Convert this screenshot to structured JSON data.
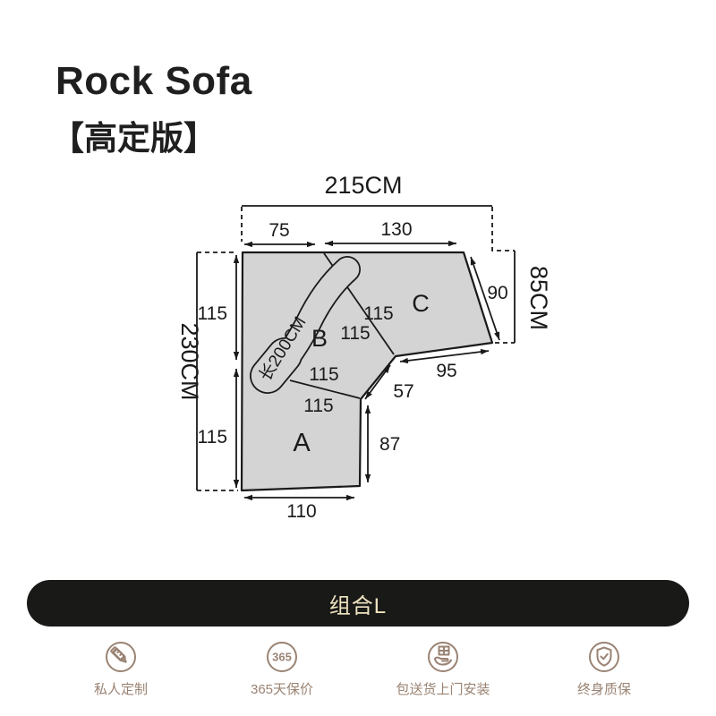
{
  "header": {
    "title": "Rock Sofa",
    "subtitle": "【高定版】"
  },
  "diagram": {
    "total_width_label": "215CM",
    "total_depth_label": "230CM",
    "right_depth_label": "85CM",
    "chaise_length_label": "长200CM",
    "dims": {
      "top_left": "75",
      "top_right": "130",
      "left_upper": "115",
      "left_lower": "115",
      "back_c": "90",
      "seat_c": "95",
      "corner": "57",
      "a_right": "87",
      "a_bottom": "110",
      "depth_c": "115",
      "depth_b": "115",
      "depth_b_lower": "115",
      "depth_a": "115"
    },
    "sections": {
      "a": "A",
      "b": "B",
      "c": "C"
    }
  },
  "variant_bar": {
    "label": "组合L"
  },
  "features": [
    {
      "icon": "pencil-ruler-icon",
      "label": "私人定制"
    },
    {
      "icon": "badge-365-icon",
      "label": "365天保价",
      "badge": "365"
    },
    {
      "icon": "hand-box-icon",
      "label": "包送货上门安装"
    },
    {
      "icon": "shield-check-icon",
      "label": "终身质保"
    }
  ],
  "colors": {
    "sofa_fill": "#d4d4d4",
    "line": "#1a1a1a",
    "bar_bg": "#191917",
    "bar_text": "#efe3c0",
    "feature": "#9a8373"
  }
}
